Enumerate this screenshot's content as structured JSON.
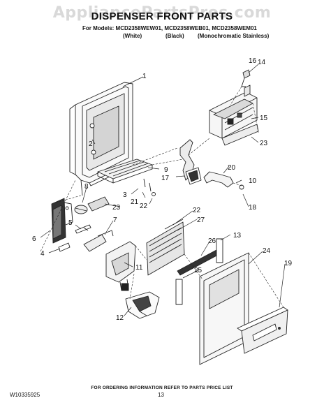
{
  "watermark": "AppliancePartsPros.com",
  "title": "DISPENSER FRONT PARTS",
  "models_line": "For Models: MCD2358WEW01, MCD2358WEB01, MCD2358WEM01",
  "colors": {
    "white": "(White)",
    "black": "(Black)",
    "stainless": "(Monochromatic Stainless)"
  },
  "callouts": {
    "c1": "1",
    "c2": "2",
    "c3": "3",
    "c4": "4",
    "c5": "5",
    "c6": "6",
    "c7": "7",
    "c8": "8",
    "c9": "9",
    "c10": "10",
    "c11": "11",
    "c12": "12",
    "c13": "13",
    "c14": "14",
    "c15": "15",
    "c16": "16",
    "c17": "17",
    "c18": "18",
    "c19": "19",
    "c20": "20",
    "c21": "21",
    "c22a": "22",
    "c22b": "22",
    "c23a": "23",
    "c23b": "23",
    "c24": "24",
    "c25": "25",
    "c26": "26",
    "c27": "27"
  },
  "footer_note": "FOR ORDERING INFORMATION REFER TO PARTS PRICE LIST",
  "doc_number": "W10335925",
  "page_number": "13"
}
